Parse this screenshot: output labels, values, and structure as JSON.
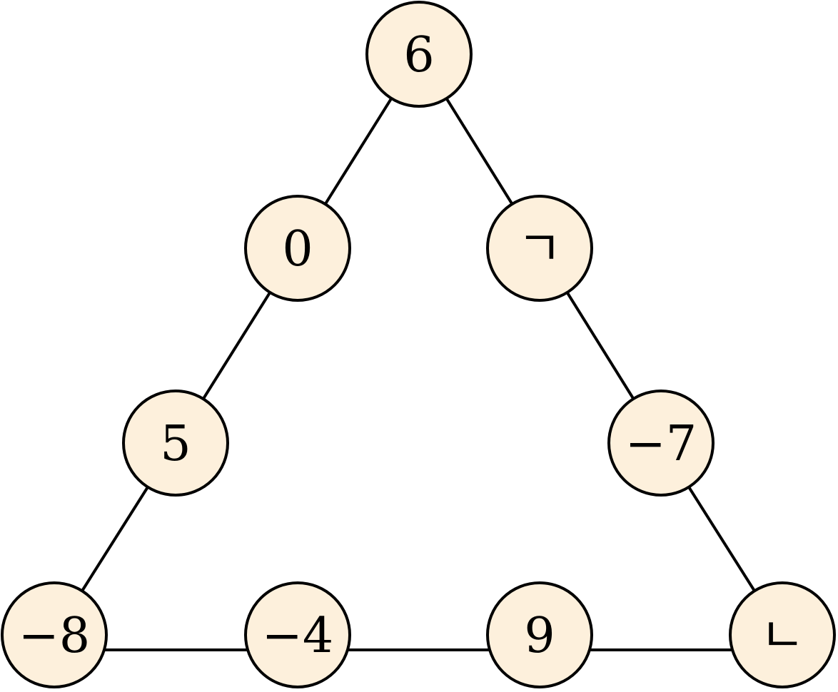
{
  "style": {
    "node_fill": "#fdf0dc",
    "stroke": "#000000"
  },
  "nodes": [
    {
      "id": "top",
      "label": "6"
    },
    {
      "id": "left-1",
      "label": "0"
    },
    {
      "id": "right-1",
      "label": "ㄱ"
    },
    {
      "id": "left-2",
      "label": "5"
    },
    {
      "id": "right-2",
      "label": "−7"
    },
    {
      "id": "bottom-left",
      "label": "−8"
    },
    {
      "id": "bottom-2",
      "label": "−4"
    },
    {
      "id": "bottom-3",
      "label": "9"
    },
    {
      "id": "bottom-right",
      "label": "ㄴ"
    }
  ],
  "edges": [
    [
      "top",
      "left-1"
    ],
    [
      "left-1",
      "left-2"
    ],
    [
      "left-2",
      "bottom-left"
    ],
    [
      "top",
      "right-1"
    ],
    [
      "right-1",
      "right-2"
    ],
    [
      "right-2",
      "bottom-right"
    ],
    [
      "bottom-left",
      "bottom-2"
    ],
    [
      "bottom-2",
      "bottom-3"
    ],
    [
      "bottom-3",
      "bottom-right"
    ]
  ]
}
